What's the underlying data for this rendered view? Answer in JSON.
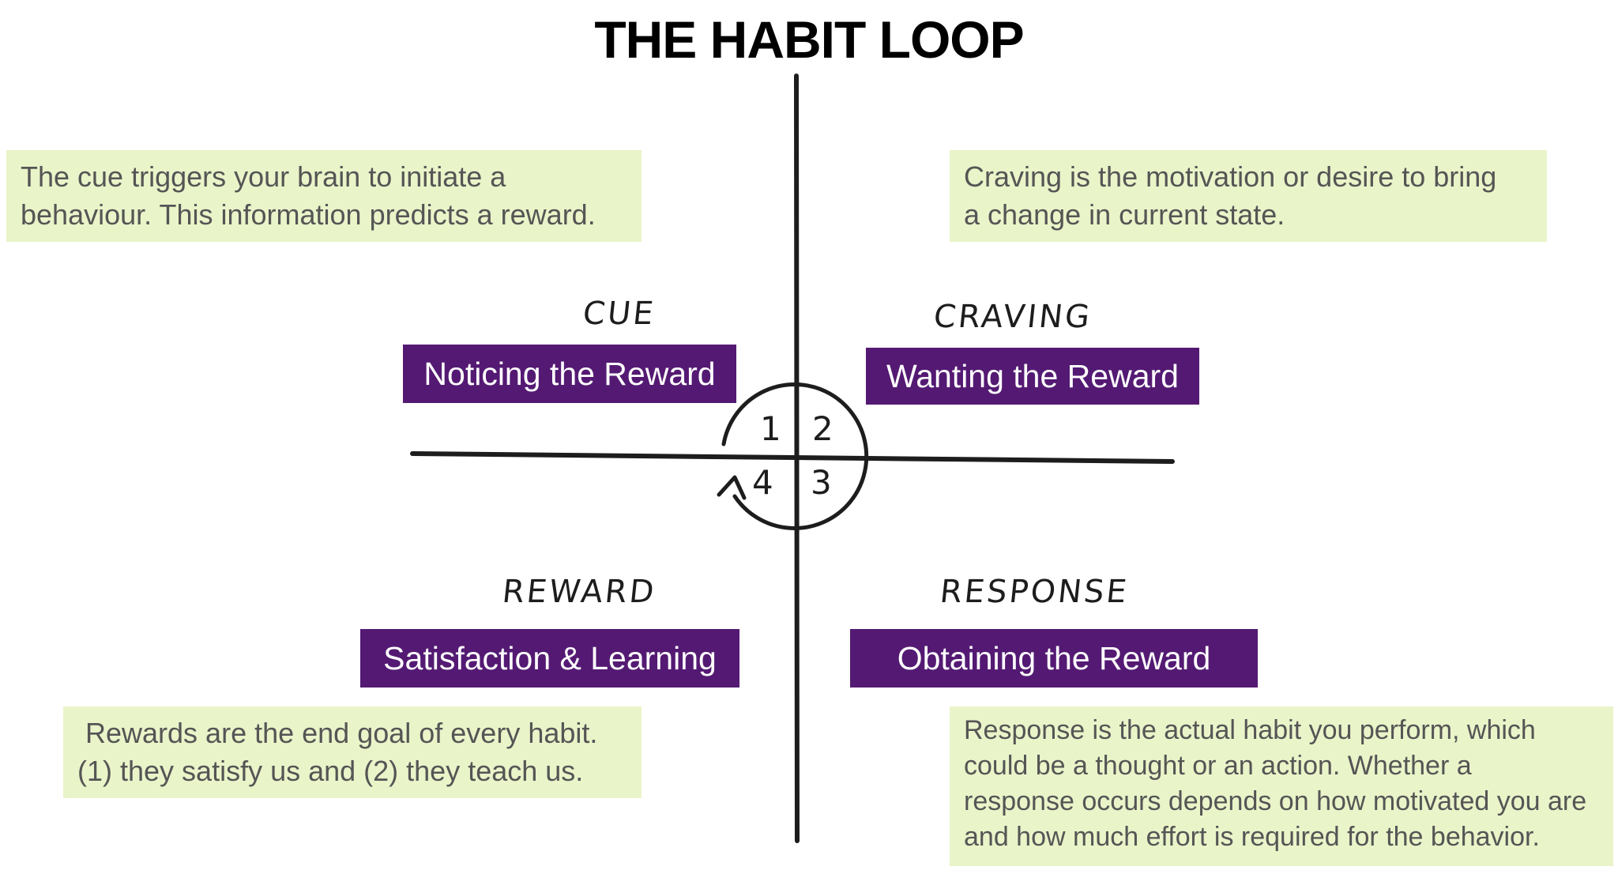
{
  "title": "THE HABIT LOOP",
  "quadrants": {
    "cue": {
      "label": "CUE",
      "stage": "Noticing the Reward",
      "number": "1",
      "note_lines": [
        "The cue triggers your brain to initiate a",
        "behaviour. This information predicts a reward."
      ]
    },
    "craving": {
      "label": "CRAVING",
      "stage": "Wanting the Reward",
      "number": "2",
      "note_lines": [
        "Craving is the motivation or desire to bring",
        "a change in current state."
      ]
    },
    "response": {
      "label": "RESPONSE",
      "stage": "Obtaining the Reward",
      "number": "3",
      "note_lines": [
        "Response is the actual habit you perform, which",
        "could be a thought or an action. Whether a",
        "response occurs depends on how motivated you are",
        "and how much effort is required for the behavior."
      ]
    },
    "reward": {
      "label": "REWARD",
      "stage": "Satisfaction & Learning",
      "number": "4",
      "note_lines": [
        " Rewards are the end goal of every habit.",
        "(1) they satisfy us and (2) they teach us."
      ]
    }
  },
  "colors": {
    "stage_bg": "#541a73",
    "note_bg": "#e9f4c9",
    "note_text": "#555555",
    "ink": "#1d1d1d"
  }
}
